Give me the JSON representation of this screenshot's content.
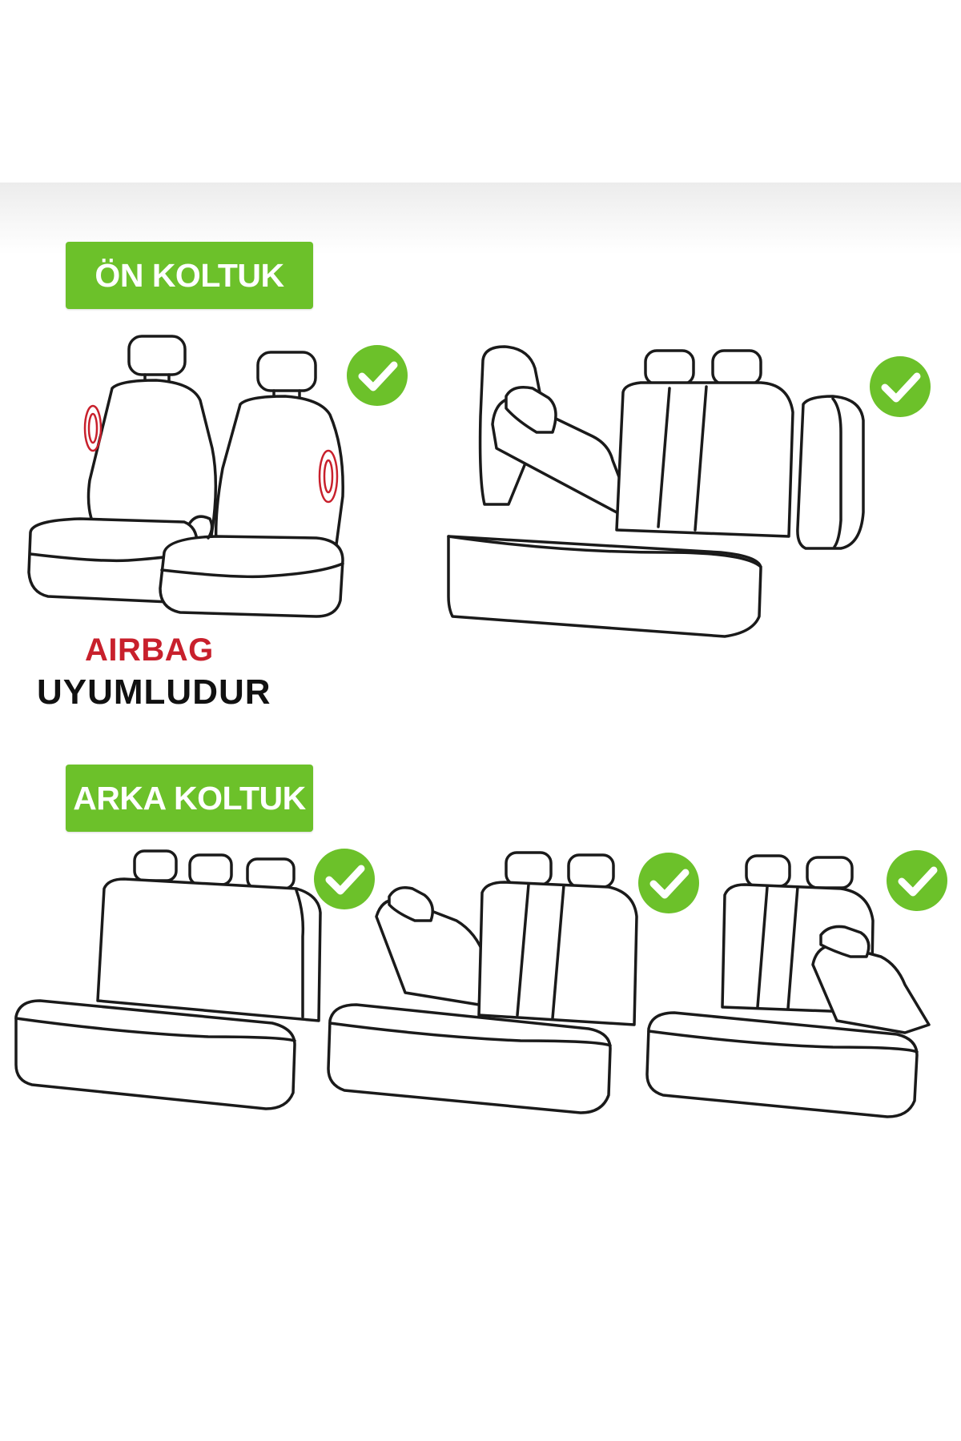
{
  "sections": {
    "front": {
      "label": "ÖN KOLTUK"
    },
    "rear": {
      "label": "ARKA KOLTUK"
    }
  },
  "airbag": {
    "title": "AIRBAG",
    "subtitle": "UYUMLUDUR"
  },
  "colors": {
    "badge_green": "#6cc12a",
    "airbag_red": "#c8202c",
    "line": "#1a1a1a"
  },
  "icons": [
    "check-icon",
    "bucket-seats-icon",
    "split-seat-icon",
    "bench-seat-icon"
  ]
}
